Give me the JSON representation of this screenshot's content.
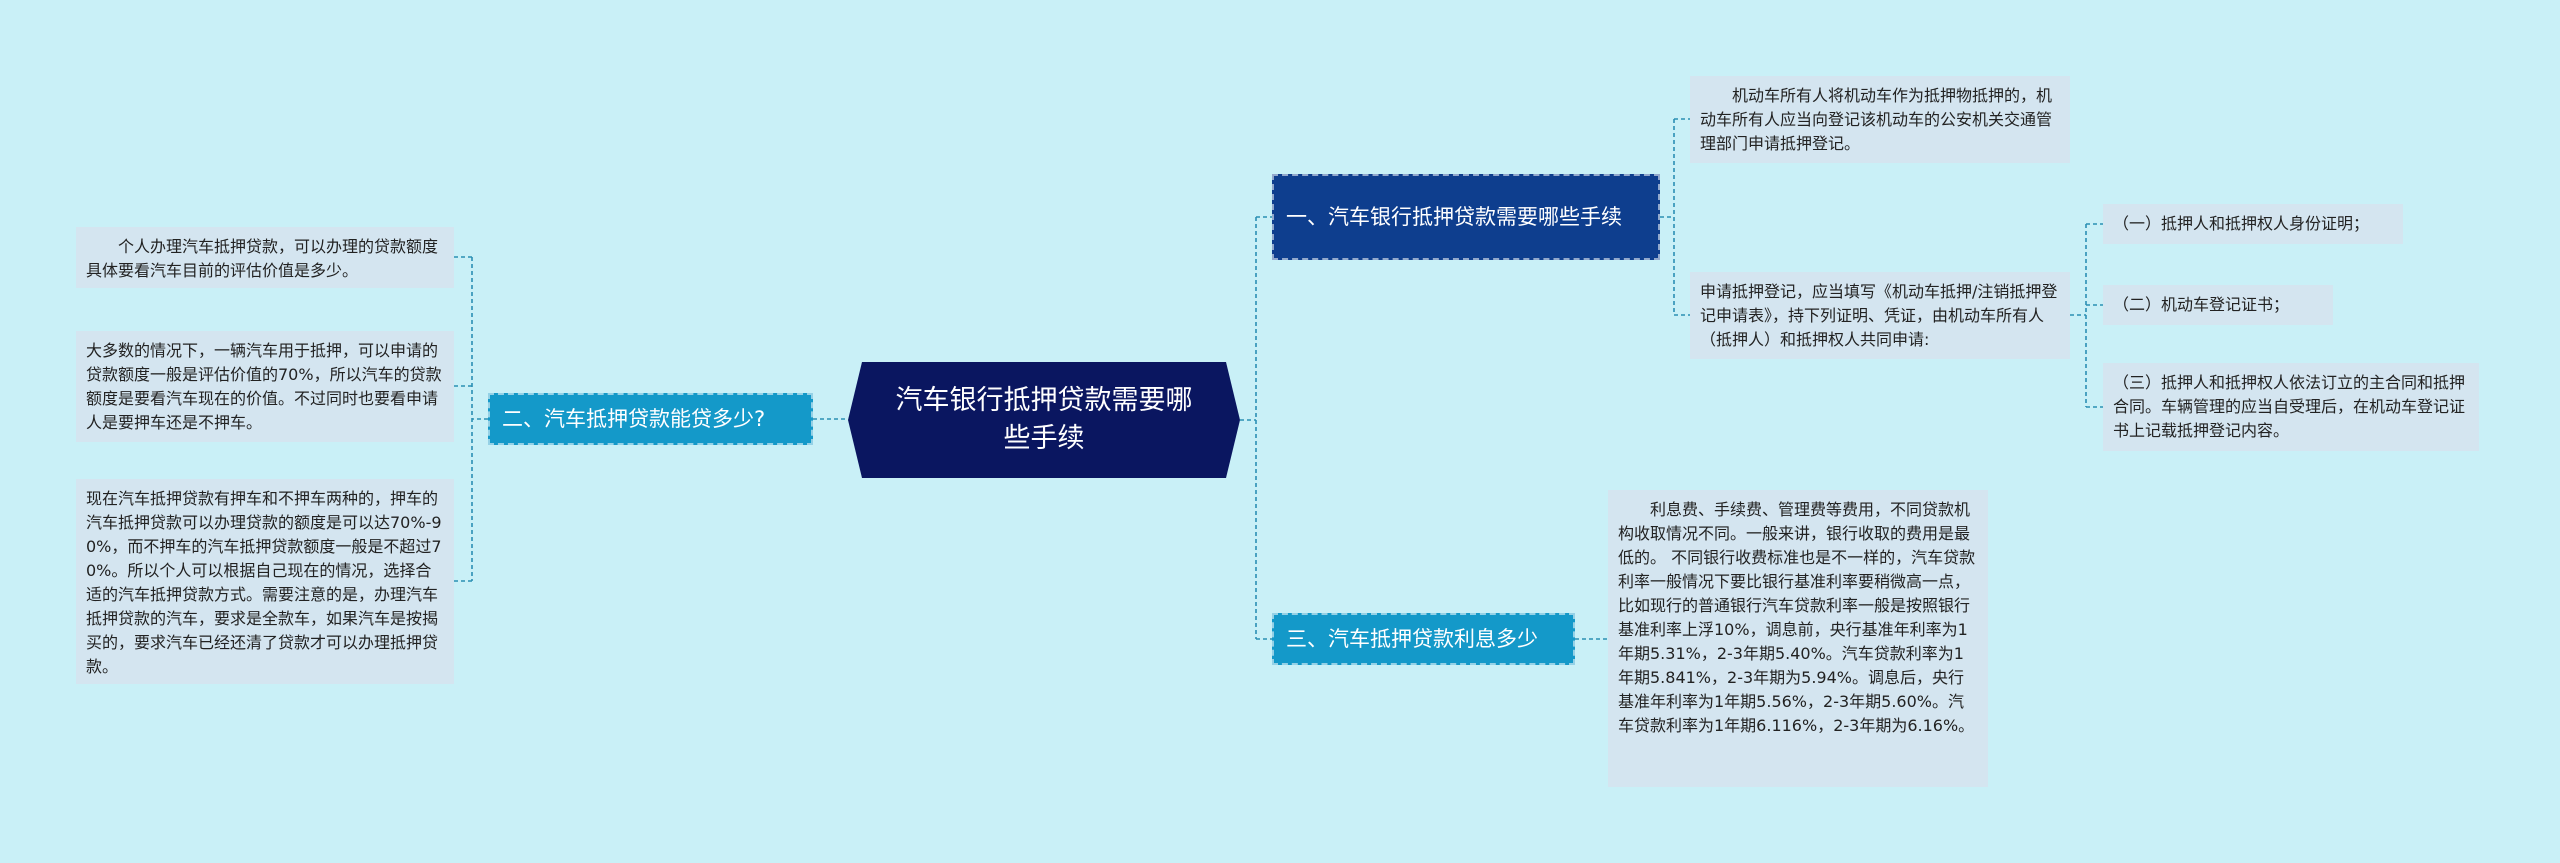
{
  "root": {
    "title": "汽车银行抵押贷款需要哪些手续"
  },
  "branches": {
    "b1": "一、汽车银行抵押贷款需要哪些手续",
    "b2": "二、汽车抵押贷款能贷多少?",
    "b3": "三、汽车抵押贷款利息多少"
  },
  "leaves": {
    "l1": "机动车所有人将机动车作为抵押物抵押的，机动车所有人应当向登记该机动车的公安机关交通管理部门申请抵押登记。",
    "l2": "申请抵押登记，应当填写《机动车抵押/注销抵押登记申请表》，持下列证明、凭证，由机动车所有人（抵押人）和抵押权人共同申请:",
    "s1": "（一）抵押人和抵押权人身份证明；",
    "s2": "（二）机动车登记证书；",
    "s3": "（三）抵押人和抵押权人依法订立的主合同和抵押合同。车辆管理的应当自受理后，在机动车登记证书上记载抵押登记内容。",
    "l4": "个人办理汽车抵押贷款，可以办理的贷款额度具体要看汽车目前的评估价值是多少。",
    "l5": "大多数的情况下，一辆汽车用于抵押，可以申请的贷款额度一般是评估价值的70%，所以汽车的贷款额度是要看汽车现在的价值。不过同时也要看申请人是要押车还是不押车。",
    "l6": "现在汽车抵押贷款有押车和不押车两种的，押车的汽车抵押贷款可以办理贷款的额度是可以达70%-90%，而不押车的汽车抵押贷款额度一般是不超过70%。所以个人可以根据自己现在的情况，选择合适的汽车抵押贷款方式。需要注意的是，办理汽车抵押贷款的汽车，要求是全款车，如果汽车是按揭买的，要求汽车已经还清了贷款才可以办理抵押贷款。",
    "l7": "利息费、手续费、管理费等费用，不同贷款机构收取情况不同。一般来讲，银行收取的费用是最低的。 不同银行收费标准也是不一样的，汽车贷款利率一般情况下要比银行基准利率要稍微高一点，比如现行的普通银行汽车贷款利率一般是按照银行基准利率上浮10%，调息前，央行基准年利率为1年期5.31%，2-3年期5.40%。汽车贷款利率为1年期5.841%，2-3年期为5.94%。调息后，央行基准年利率为1年期5.56%，2-3年期5.60%。汽车贷款利率为1年期6.116%，2-3年期为6.16%。"
  },
  "colors": {
    "background": "#c9f0f7",
    "root": "#0a1660",
    "branch_dark": "#0e3e8e",
    "branch_light": "#1499c9",
    "leaf": "#d4e5f0",
    "connector": "#2a8fb4"
  }
}
